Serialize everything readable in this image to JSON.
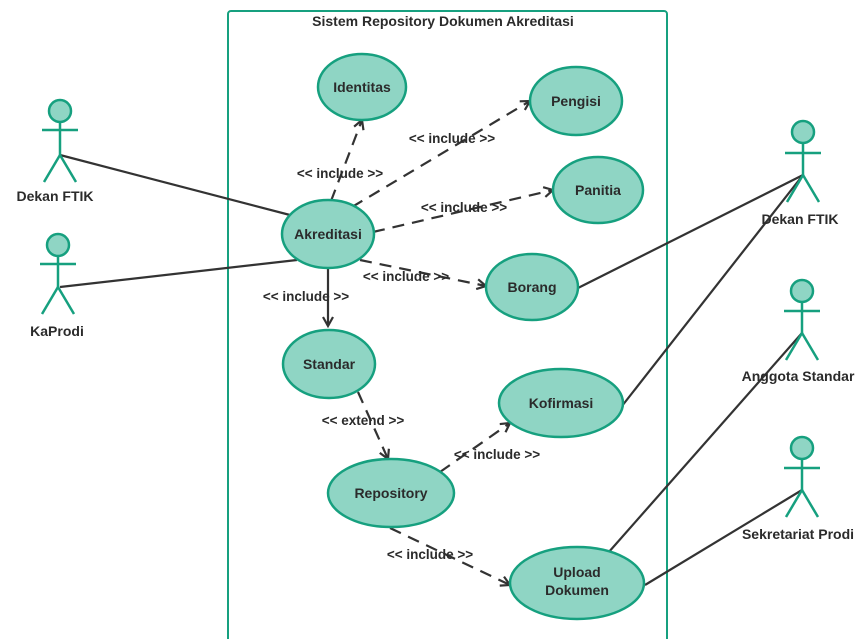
{
  "system": {
    "title": "Sistem Repository Dokumen Akreditasi"
  },
  "colors": {
    "stroke": "#16a07f",
    "fill": "#8fd5c4",
    "line": "#333333"
  },
  "actors": {
    "dekan_left": "Dekan FTIK",
    "kaprodi": "KaProdi",
    "dekan_right": "Dekan FTIK",
    "anggota": "Anggota Standar",
    "sekretariat": "Sekretariat Prodi"
  },
  "usecases": {
    "identitas": "Identitas",
    "pengisi": "Pengisi",
    "panitia": "Panitia",
    "akreditasi": "Akreditasi",
    "borang": "Borang",
    "standar": "Standar",
    "kofirmasi": "Kofirmasi",
    "repository": "Repository",
    "upload_1": "Upload",
    "upload_2": "Dokumen"
  },
  "relations": {
    "r_identitas": "<< include >>",
    "r_pengisi": "<< include >>",
    "r_panitia": "<< include >>",
    "r_borang": "<< include >>",
    "r_standar": "<< include >>",
    "r_extend": "<<  extend >>",
    "r_kofirmasi": "<< include >>",
    "r_upload": "<< include >>"
  }
}
